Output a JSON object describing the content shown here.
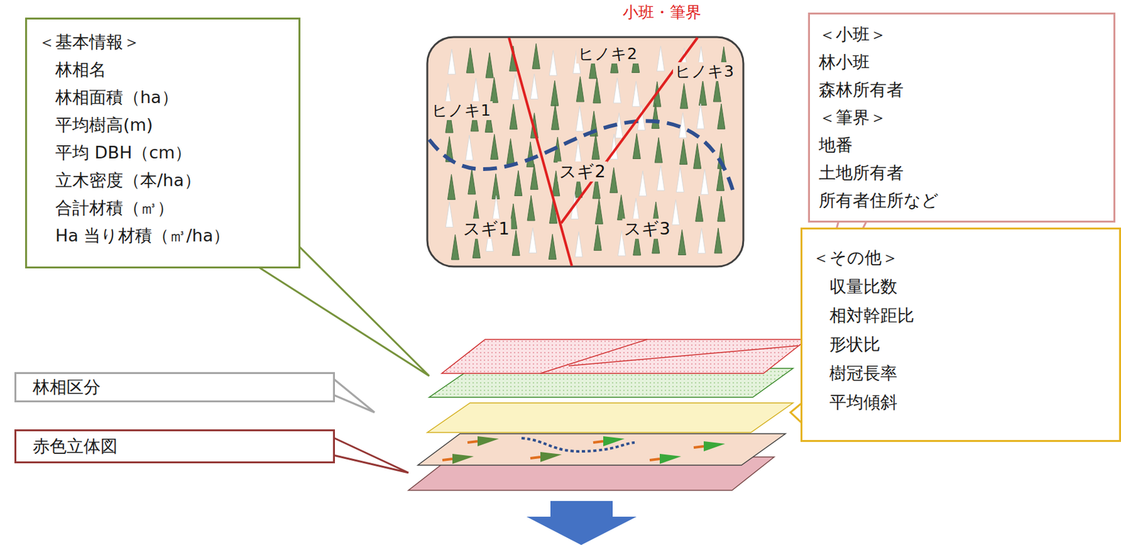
{
  "diagram": {
    "nodes": [
      {
        "text": [
          "＜基本情報＞",
          "林相名",
          "林相面積（ha）",
          "平均樹高(m)",
          "平均 DBH（cm）",
          "立木密度（本/ha）",
          "合計材積（㎥）",
          "Ha 当り材積（㎥/ha）"
        ]
      },
      {
        "text": [
          "＜小班＞",
          "林小班",
          "森林所有者",
          "＜筆界＞",
          "地番",
          "土地所有者",
          "所有者住所など"
        ]
      },
      {
        "text": [
          "＜その他＞",
          "収量比数",
          "相対幹距比",
          "形状比",
          "樹冠長率",
          "平均傾斜"
        ]
      },
      {
        "text": [
          "林相区分"
        ]
      },
      {
        "text": [
          "赤色立体図"
        ]
      }
    ],
    "labels": [
      "小班・筆界",
      "ヒノキ2",
      "ヒノキ3",
      "ヒノキ1",
      "スギ2",
      "スギ1",
      "スギ3"
    ]
  }
}
